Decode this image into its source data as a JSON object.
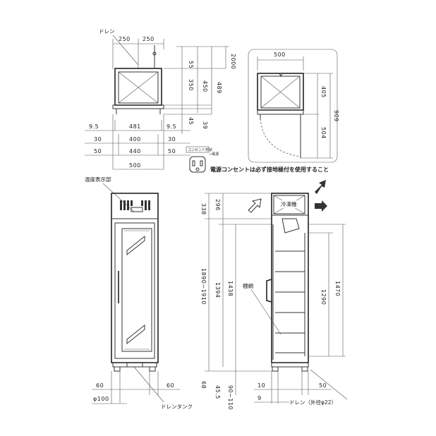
{
  "top_view": {
    "drain": "ドレン",
    "w_left": "250",
    "w_right": "250",
    "h_55": "55",
    "h_350": "350",
    "h_450": "450",
    "h_489": "489",
    "h_2000": "2000",
    "h_45": "45",
    "h_39": "39",
    "r1_a": "9.5",
    "r1_b": "481",
    "r1_c": "9.5",
    "r2_a": "30",
    "r2_b": "400",
    "r2_c": "30",
    "r3_a": "50",
    "r3_b": "440",
    "r3_c": "50",
    "r4": "500"
  },
  "plan_view": {
    "w_500": "500",
    "h_405": "405",
    "h_504": "504",
    "h_909": "909"
  },
  "outlet": {
    "small_label": "コンセント形状",
    "arrow_note": "→電源",
    "note": "電源コンセントは必ず接地極付を使用すること"
  },
  "front_view": {
    "temp_display": "温度表示部",
    "w_60_left": "60",
    "w_60_right": "60",
    "phi100": "φ100",
    "drain_tank": "ドレンタンク"
  },
  "side_view": {
    "h_338": "338",
    "h_296": "296",
    "h_1890_1910": "1890~1910",
    "h_1394": "1394",
    "h_1438": "1438",
    "h_1290": "1290",
    "h_1470": "1470",
    "h_68": "68",
    "h_45_5": "45.5",
    "h_90_110": "90~110",
    "w_10": "10",
    "w_9": "9",
    "w_50": "50",
    "shelf": "棚網",
    "freezer_unit": "冷凍機",
    "drain_note": "ドレン（外径φ22）"
  }
}
